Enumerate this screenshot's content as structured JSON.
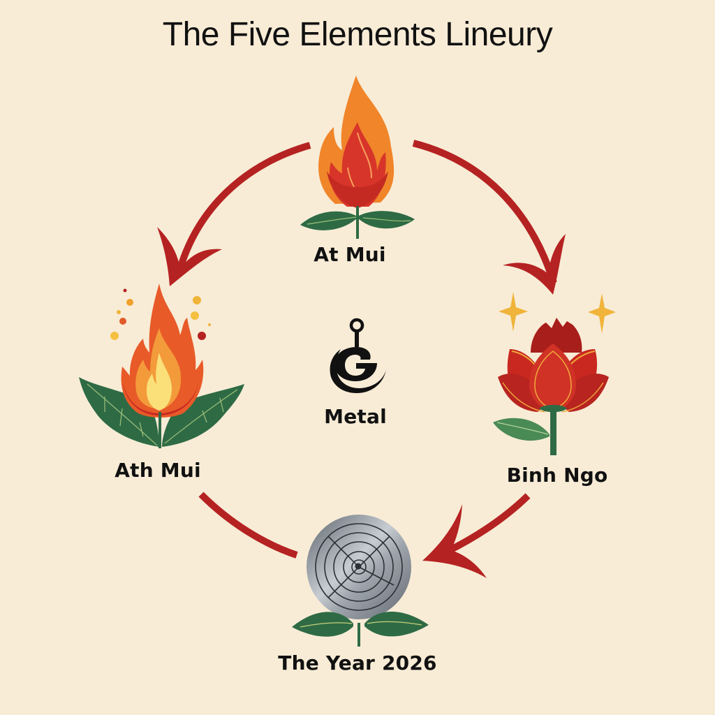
{
  "title": "The Five Elements Lineury",
  "colors": {
    "background": "#f8ecd6",
    "arrow": "#b52222",
    "leaf": "#2e6b45",
    "flame_orange": "#f0852a",
    "flame_red": "#d8352a",
    "flame_yellow": "#fbe07a",
    "lotus_red": "#c8281f",
    "sparkle": "#f0b43a",
    "metal_gray": "#9aa0a8",
    "text": "#111111"
  },
  "nodes": {
    "top": {
      "label": "At Mui",
      "icon": "flame-flower-icon"
    },
    "left": {
      "label": "Ath Mui",
      "icon": "fire-leaves-icon"
    },
    "right": {
      "label": "Binh Ngo",
      "icon": "lotus-icon"
    },
    "bottom": {
      "label": "The Year 2026",
      "icon": "metal-disc-flower-icon"
    },
    "center": {
      "label": "Metal",
      "icon": "hook-symbol-icon"
    }
  },
  "arrows": [
    {
      "from": "At Mui",
      "to": "Ath Mui",
      "direction": "counter-clockwise-left"
    },
    {
      "from": "At Mui",
      "to": "Binh Ngo",
      "direction": "clockwise-right"
    },
    {
      "from": "Binh Ngo",
      "to": "The Year 2026",
      "direction": "down-left"
    },
    {
      "from": "Ath Mui",
      "to": "The Year 2026",
      "direction": "down-right-no-head"
    }
  ]
}
